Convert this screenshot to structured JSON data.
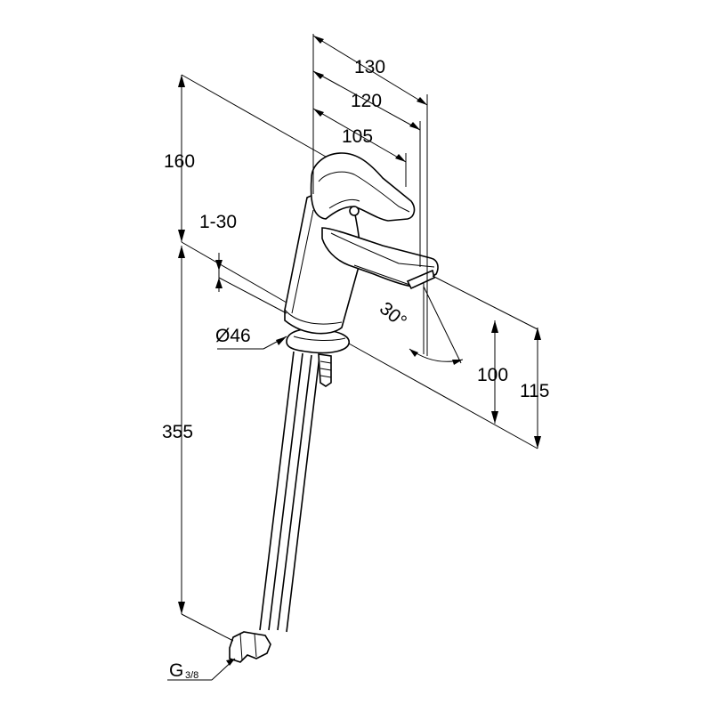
{
  "dimensions": {
    "d130": "130",
    "d120": "120",
    "d105": "105",
    "d160": "160",
    "d1_30": "1-30",
    "d46": "Ø46",
    "d30deg": "30°",
    "d100": "100",
    "d115": "115",
    "d355": "355",
    "thread_main": "G",
    "thread_frac": "3/8"
  }
}
